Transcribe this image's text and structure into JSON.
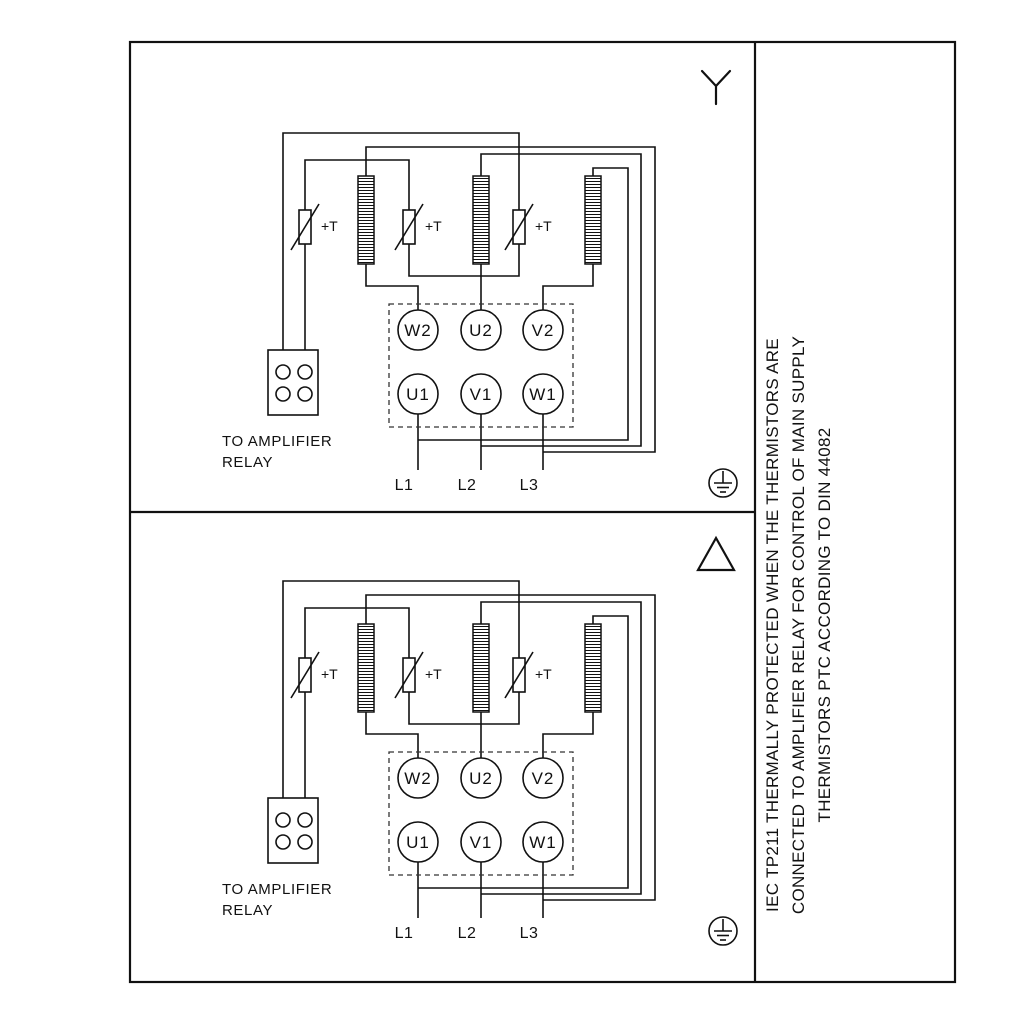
{
  "figure": {
    "background": "#ffffff",
    "line_color": "#111111",
    "sidebar_note": {
      "lines": [
        "IEC TP211 THERMALLY PROTECTED WHEN THE THERMISTORS ARE",
        "CONNECTED TO AMPLIFIER RELAY FOR CONTROL OF MAIN SUPPLY",
        "THERMISTORS PTC ACCORDING TO DIN 44082"
      ]
    }
  },
  "panel": {
    "thermistor_label": "+T",
    "terminals_top": [
      "W2",
      "U2",
      "V2"
    ],
    "terminals_bottom": [
      "U1",
      "V1",
      "W1"
    ],
    "supply_labels": [
      "L1",
      "L2",
      "L3"
    ],
    "relay_caption": [
      "TO AMPLIFIER",
      "RELAY"
    ]
  },
  "panels": [
    {
      "connection": "star",
      "symbol_icon": "star-connection-symbol"
    },
    {
      "connection": "delta",
      "symbol_icon": "delta-connection-symbol"
    }
  ]
}
